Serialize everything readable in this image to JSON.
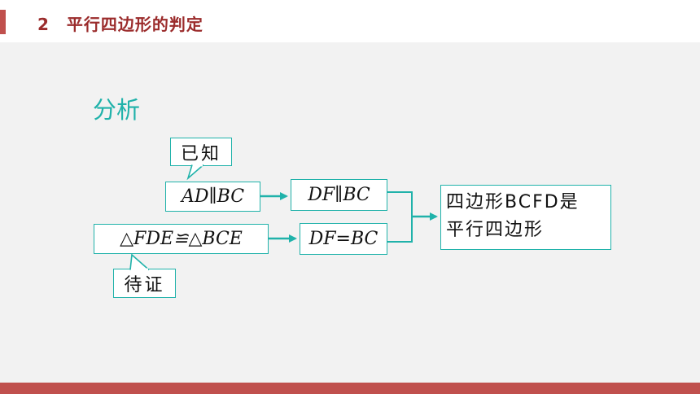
{
  "header": {
    "title": "2　平行四边形的判定"
  },
  "analysis": {
    "label": "分析",
    "known_callout": "已知",
    "prove_callout": "待证",
    "box_known": "AD∥BC",
    "box_known_result": "DF∥BC",
    "box_prove": "△FDE≌△BCE",
    "box_prove_result": "DF=BC",
    "conclusion_line1": "四边形BCFD是",
    "conclusion_line2": "平行四边形"
  },
  "colors": {
    "accent": "#c0504d",
    "title": "#9b2c2c",
    "teal": "#20b2aa"
  }
}
